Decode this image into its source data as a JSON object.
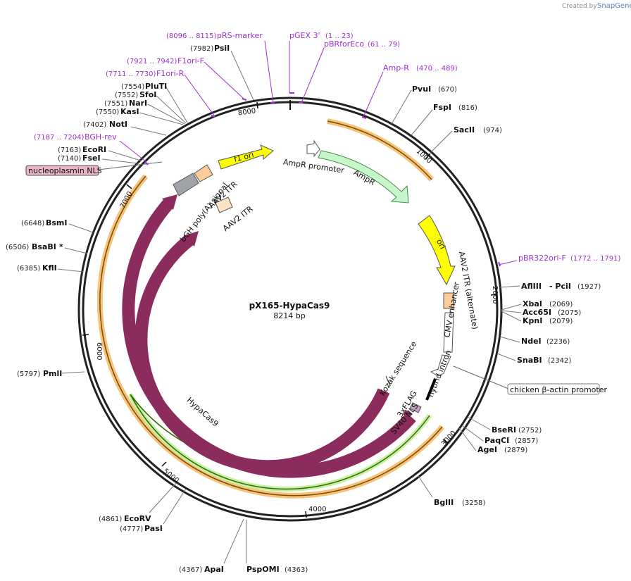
{
  "plasmid": {
    "name": "pX165-HypaCas9",
    "size": "8214 bp"
  },
  "branding": {
    "created_by": "Created by",
    "product": "SnapGene"
  },
  "ruler_ticks": [
    "1000",
    "2000",
    "3000",
    "4000",
    "5000",
    "6000",
    "7000",
    "8000"
  ],
  "features": {
    "f1_ori": "f1 ori",
    "ampr_promoter": "AmpR promoter",
    "ampr": "AmpR",
    "ori": "ori",
    "aav2_itr_alt": "AAV2 ITR (alternate)",
    "cmv_enhancer": "CMV enhancer",
    "hybrid_intron": "hybrid intron",
    "chicken_promoter": "chicken β-actin promoter",
    "kozak": "Kozak sequence",
    "flag": "3xFLAG",
    "sv40_nls": "SV40 NLS",
    "cas9": "Cas9",
    "hypacas9": "HypaCas9",
    "nucleoplasmin": "nucleoplasmin NLS",
    "bgh": "bGH poly(A) signal",
    "aav2_itr_1": "AAV2 ITR",
    "aav2_itr_2": "AAV2 ITR"
  },
  "primers": [
    {
      "name": "pRS-marker",
      "range": "(8096 .. 8115)"
    },
    {
      "name": "pGEX 3'",
      "range": "(1 .. 23)"
    },
    {
      "name": "pBRforEco",
      "range": "(61 .. 79)"
    },
    {
      "name": "F1ori-F",
      "range": "(7921 .. 7942)"
    },
    {
      "name": "F1ori-R",
      "range": "(7711 .. 7730)"
    },
    {
      "name": "BGH-rev",
      "range": "(7187 .. 7204)"
    },
    {
      "name": "Amp-R",
      "range": "(470 .. 489)"
    },
    {
      "name": "pBR322ori-F",
      "range": "(1772 .. 1791)"
    }
  ],
  "enzymes": [
    {
      "name": "PsiI",
      "pos": "(7982)"
    },
    {
      "name": "PluTI",
      "pos": "(7554)"
    },
    {
      "name": "SfoI",
      "pos": "(7552)"
    },
    {
      "name": "NarI",
      "pos": "(7551)"
    },
    {
      "name": "KasI",
      "pos": "(7550)"
    },
    {
      "name": "NotI",
      "pos": "(7402)"
    },
    {
      "name": "EcoRI",
      "pos": "(7163)"
    },
    {
      "name": "FseI",
      "pos": "(7140)"
    },
    {
      "name": "BsmI",
      "pos": "(6648)"
    },
    {
      "name": "BsaBI",
      "pos": "(6506)",
      "mark": "*"
    },
    {
      "name": "KflI",
      "pos": "(6385)"
    },
    {
      "name": "PmlI",
      "pos": "(5797)"
    },
    {
      "name": "EcoRV",
      "pos": "(4861)"
    },
    {
      "name": "PasI",
      "pos": "(4777)"
    },
    {
      "name": "ApaI",
      "pos": "(4367)"
    },
    {
      "name": "PspOMI",
      "pos": "(4363)"
    },
    {
      "name": "PvuI",
      "pos": "(670)"
    },
    {
      "name": "FspI",
      "pos": "(816)"
    },
    {
      "name": "SacII",
      "pos": "(974)"
    },
    {
      "name": "AflIII",
      "name2": "- PciI",
      "pos": "(1927)"
    },
    {
      "name": "XbaI",
      "pos": "(2069)"
    },
    {
      "name": "Acc65I",
      "pos": "(2075)"
    },
    {
      "name": "KpnI",
      "pos": "(2079)"
    },
    {
      "name": "NdeI",
      "pos": "(2236)"
    },
    {
      "name": "SnaBI",
      "pos": "(2342)"
    },
    {
      "name": "BseRI",
      "pos": "(2752)"
    },
    {
      "name": "PaqCI",
      "pos": "(2857)"
    },
    {
      "name": "AgeI",
      "pos": "(2879)"
    },
    {
      "name": "BglII",
      "pos": "(3258)"
    }
  ],
  "colors": {
    "backbone": "#222222",
    "cas9": "#8b2c5c",
    "ori": "#ffff00",
    "f1": "#ffff00",
    "ampr": "#b8f2c0",
    "itr": "#ffcc99",
    "bgh": "#a0a0a0",
    "orange_band": "#f5a623",
    "green_band": "#2e8b00",
    "primer": "#9b30d0"
  }
}
